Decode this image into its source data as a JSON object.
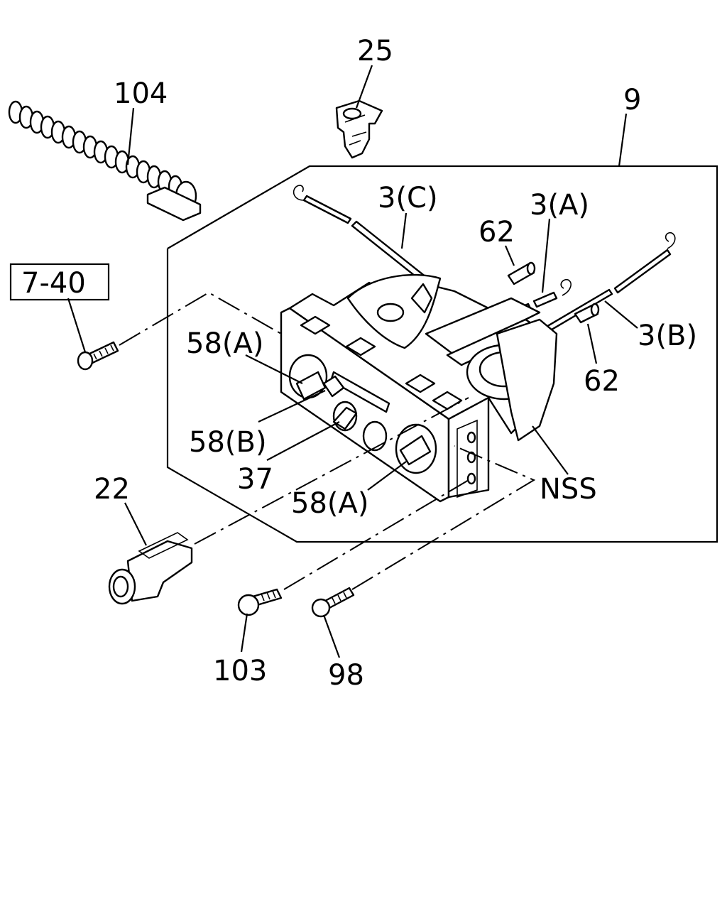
{
  "callouts": {
    "c25": "25",
    "c104": "104",
    "c9": "9",
    "c3c": "3(C)",
    "c3a": "3(A)",
    "c62a": "62",
    "c3b": "3(B)",
    "c62b": "62",
    "c740": "7-40",
    "c58a1": "58(A)",
    "c58b": "58(B)",
    "c37": "37",
    "c58a2": "58(A)",
    "cnss": "NSS",
    "c22": "22",
    "c103": "103",
    "c98": "98"
  }
}
